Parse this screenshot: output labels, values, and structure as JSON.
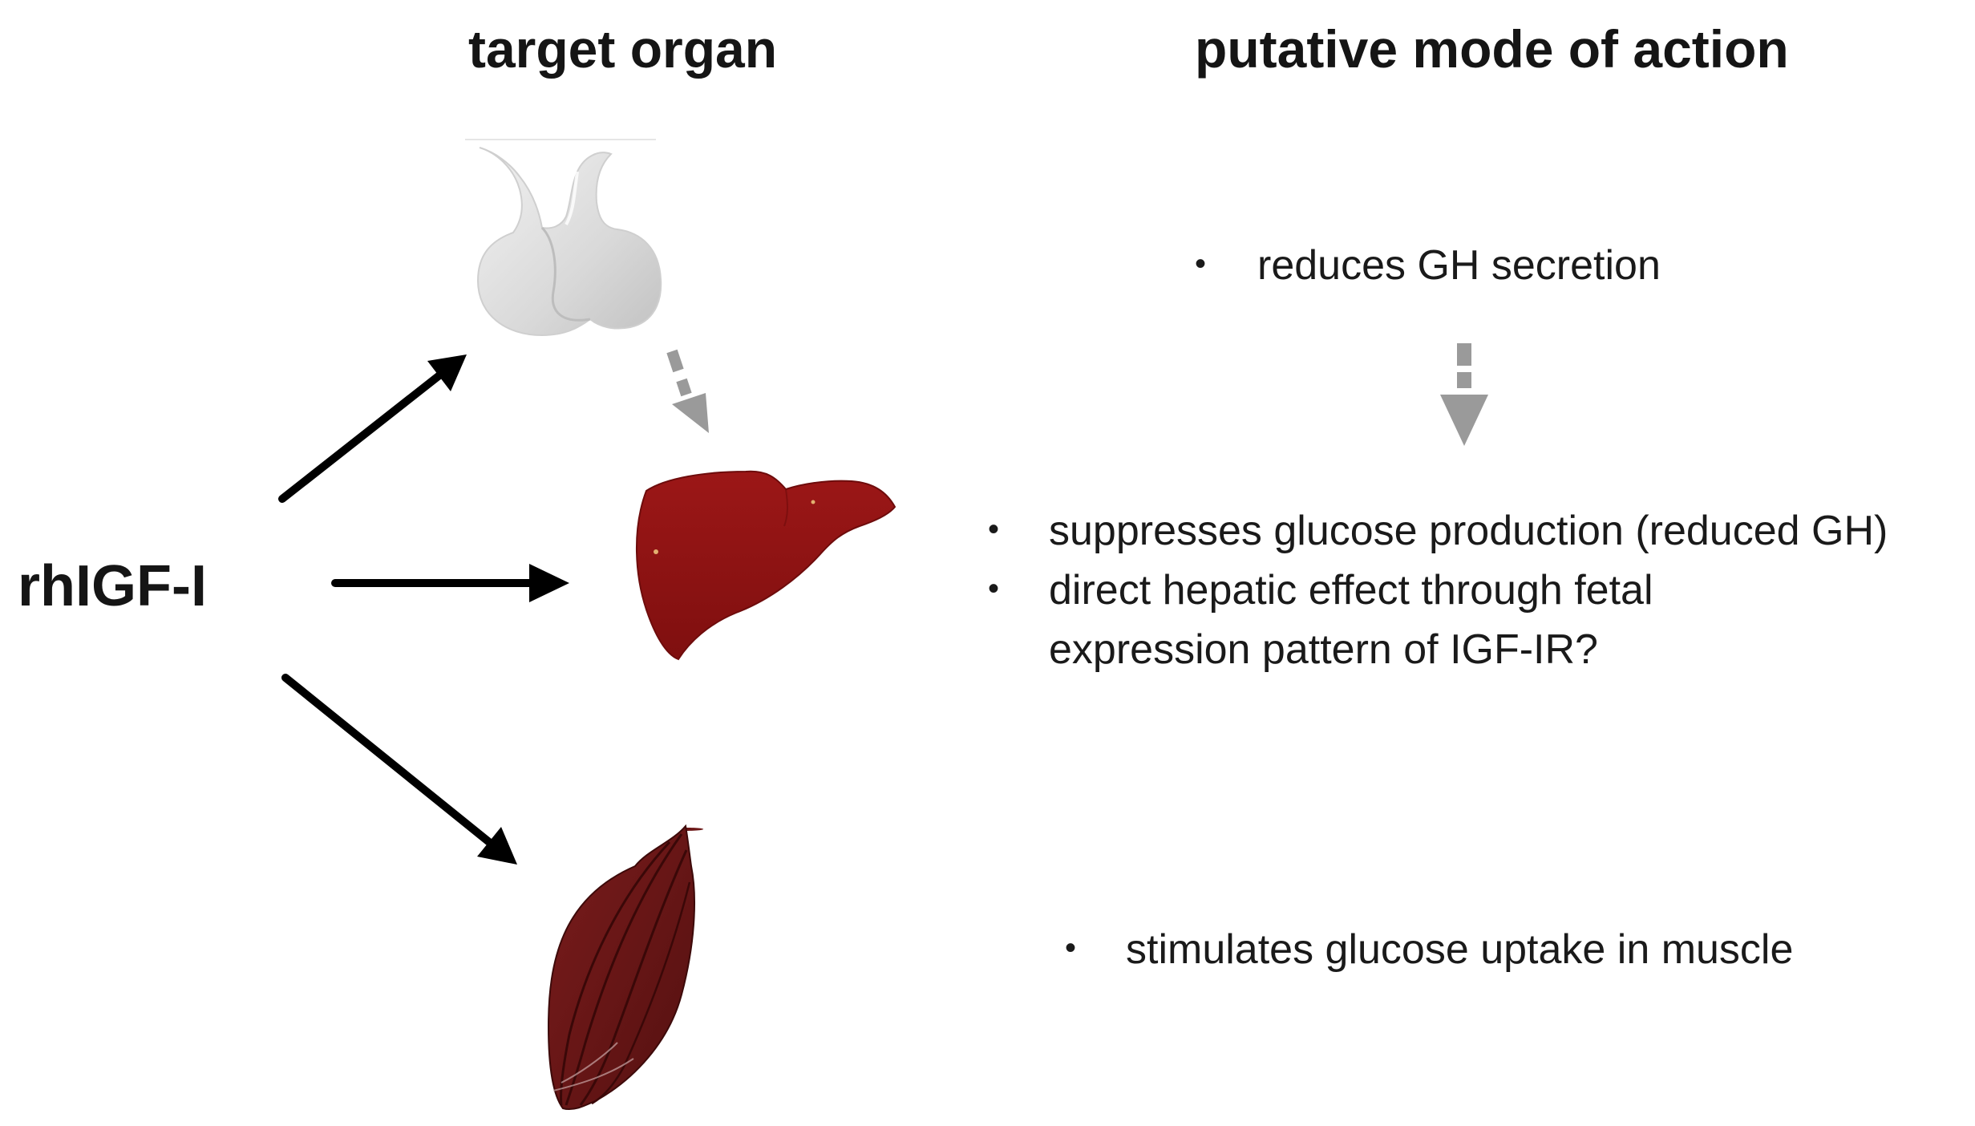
{
  "headings": {
    "target_organ": "target organ",
    "mode_of_action": "putative mode of action"
  },
  "drug": "rhIGF-I",
  "organs": {
    "pituitary": {
      "icon": "pituitary-gland-icon",
      "color": "#d8d8d8"
    },
    "liver": {
      "icon": "liver-icon",
      "color": "#8e1212"
    },
    "muscle": {
      "icon": "muscle-icon",
      "color": "#6b1616"
    }
  },
  "mechanisms": {
    "pituitary": [
      "reduces GH secretion"
    ],
    "liver": [
      "suppresses glucose production (reduced GH)",
      "direct hepatic effect through fetal",
      "expression pattern of IGF-IR?"
    ],
    "muscle": [
      "stimulates glucose uptake in muscle"
    ]
  },
  "bullet_symbol": "•",
  "colors": {
    "solid_arrow": "#000000",
    "dashed_arrow": "#9a9a9a"
  }
}
